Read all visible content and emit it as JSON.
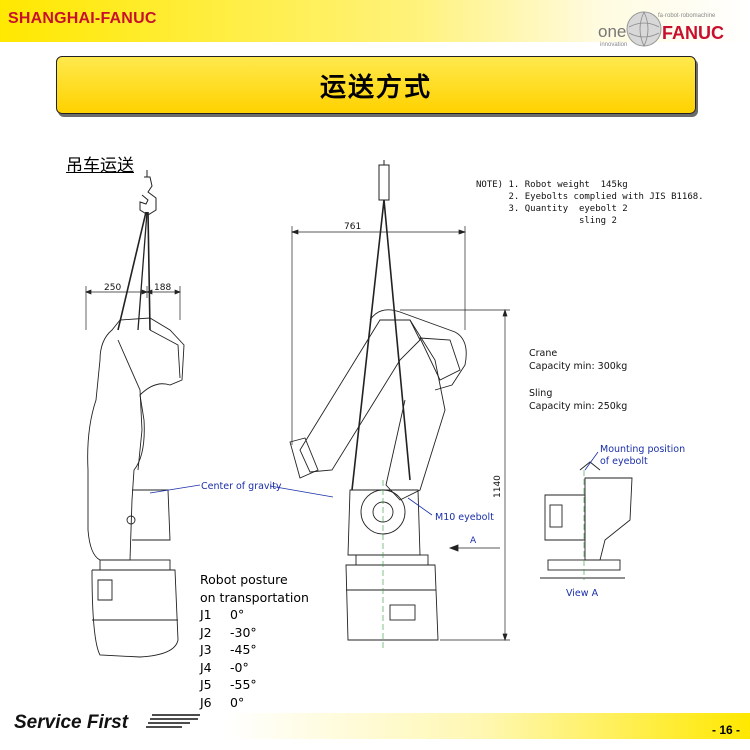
{
  "header": {
    "brand": "SHANGHAI-FANUC",
    "logo_one": "one",
    "logo_tagline": "fa·robot·robomachine",
    "logo_innovation": "innovation",
    "logo_fanuc": "FANUC"
  },
  "title": "运送方式",
  "subtitle": "吊车运送",
  "note": {
    "lines": [
      "NOTE) 1. Robot weight  145kg",
      "      2. Eyebolts complied with JIS B1168.",
      "      3. Quantity  eyebolt 2",
      "                   sling 2"
    ]
  },
  "crane": {
    "label": "Crane",
    "capacity": "Capacity min:  300kg"
  },
  "sling": {
    "label": "Sling",
    "capacity": "Capacity min:  250kg"
  },
  "labels": {
    "center_of_gravity": "Center of gravity",
    "m10_eyebolt": "M10 eyebolt",
    "mounting_position": "Mounting position",
    "of_eyebolt": "of eyebolt",
    "view_a": "View A",
    "arrow_a": "A"
  },
  "dimensions": {
    "left_a": "250",
    "left_b": "188",
    "width": "761",
    "height": "1140"
  },
  "posture": {
    "title1": "Robot posture",
    "title2": "on transportation",
    "joints": [
      {
        "j": "J1",
        "v": "0°"
      },
      {
        "j": "J2",
        "v": "-30°"
      },
      {
        "j": "J3",
        "v": "-45°"
      },
      {
        "j": "J4",
        "v": "-0°"
      },
      {
        "j": "J5",
        "v": "-55°"
      },
      {
        "j": "J6",
        "v": "0°"
      }
    ]
  },
  "footer": {
    "slogan": "Service First",
    "page": "- 16 -"
  },
  "colors": {
    "brand_red": "#c8102e",
    "accent_yellow": "#ffd200",
    "annotation_blue": "#1a2fa8"
  }
}
